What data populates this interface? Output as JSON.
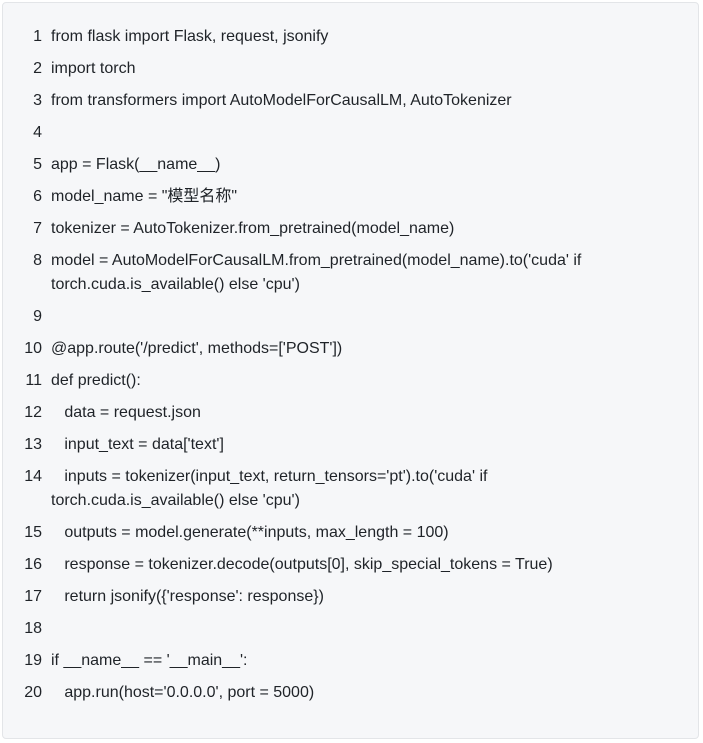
{
  "code_block": {
    "lines": [
      {
        "number": "1",
        "text": "from flask import Flask, request, jsonify"
      },
      {
        "number": "2",
        "text": "import torch"
      },
      {
        "number": "3",
        "text": "from transformers import AutoModelForCausalLM, AutoTokenizer"
      },
      {
        "number": "4",
        "text": ""
      },
      {
        "number": "5",
        "text": "app = Flask(__name__)"
      },
      {
        "number": "6",
        "text": "model_name = \"模型名称\""
      },
      {
        "number": "7",
        "text": "tokenizer = AutoTokenizer.from_pretrained(model_name)"
      },
      {
        "number": "8",
        "text": "model = AutoModelForCausalLM.from_pretrained(model_name).to('cuda' if torch.cuda.is_available() else 'cpu')"
      },
      {
        "number": "9",
        "text": ""
      },
      {
        "number": "10",
        "text": "@app.route('/predict', methods=['POST'])"
      },
      {
        "number": "11",
        "text": "def predict():"
      },
      {
        "number": "12",
        "text": "   data = request.json"
      },
      {
        "number": "13",
        "text": "   input_text = data['text']"
      },
      {
        "number": "14",
        "text": "   inputs = tokenizer(input_text, return_tensors='pt').to('cuda' if torch.cuda.is_available() else 'cpu')"
      },
      {
        "number": "15",
        "text": "   outputs = model.generate(**inputs, max_length = 100)"
      },
      {
        "number": "16",
        "text": "   response = tokenizer.decode(outputs[0], skip_special_tokens = True)"
      },
      {
        "number": "17",
        "text": "   return jsonify({'response': response})"
      },
      {
        "number": "18",
        "text": ""
      },
      {
        "number": "19",
        "text": "if __name__ == '__main__':"
      },
      {
        "number": "20",
        "text": "   app.run(host='0.0.0.0', port = 5000)"
      }
    ]
  }
}
